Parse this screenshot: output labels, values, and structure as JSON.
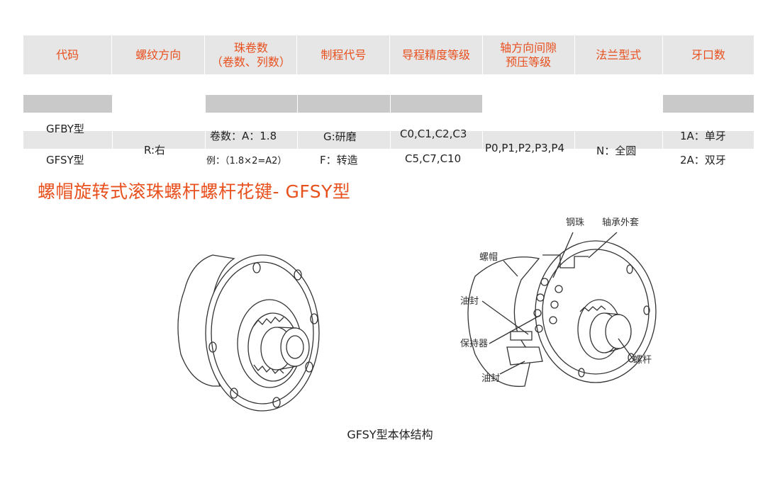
{
  "table": {
    "headers": [
      {
        "line1": "代码",
        "line2": ""
      },
      {
        "line1": "螺纹方向",
        "line2": ""
      },
      {
        "line1": "珠卷数",
        "line2": "（卷数、列数）"
      },
      {
        "line1": "制程代号",
        "line2": ""
      },
      {
        "line1": "导程精度等级",
        "line2": ""
      },
      {
        "line1": "轴方向间隙",
        "line2": "预压等级"
      },
      {
        "line1": "法兰型式",
        "line2": ""
      },
      {
        "line1": "牙口数",
        "line2": ""
      }
    ],
    "code_1": "GFBY型",
    "code_2": "GFSY型",
    "thread_dir": "R:右",
    "turns_1": "卷数：A：1.8",
    "turns_2": "例：（1.8×2=A2）",
    "process_1": "G:研磨",
    "process_2": "F：转造",
    "lead_1": "C0,C1,C2,C3",
    "lead_2": "C5,C7,C10",
    "preload": "P0,P1,P2,P3,P4",
    "flange": "N：全圆",
    "start_1": "1A：单牙",
    "start_2": "2A：双牙"
  },
  "section_title": "螺帽旋转式滚珠螺杆螺杆花键- GFSY型",
  "diagram": {
    "labels": {
      "ball": "钢珠",
      "bearing_sleeve": "轴承外套",
      "nut": "螺帽",
      "seal_top": "油封",
      "retainer": "保持器",
      "seal_bottom": "油封",
      "screw": "螺杆"
    },
    "caption": "GFSY型本体结构"
  },
  "colors": {
    "accent": "#e8501e",
    "header_bg": "#e6e6e6",
    "band_dark": "#c9c9c9"
  }
}
